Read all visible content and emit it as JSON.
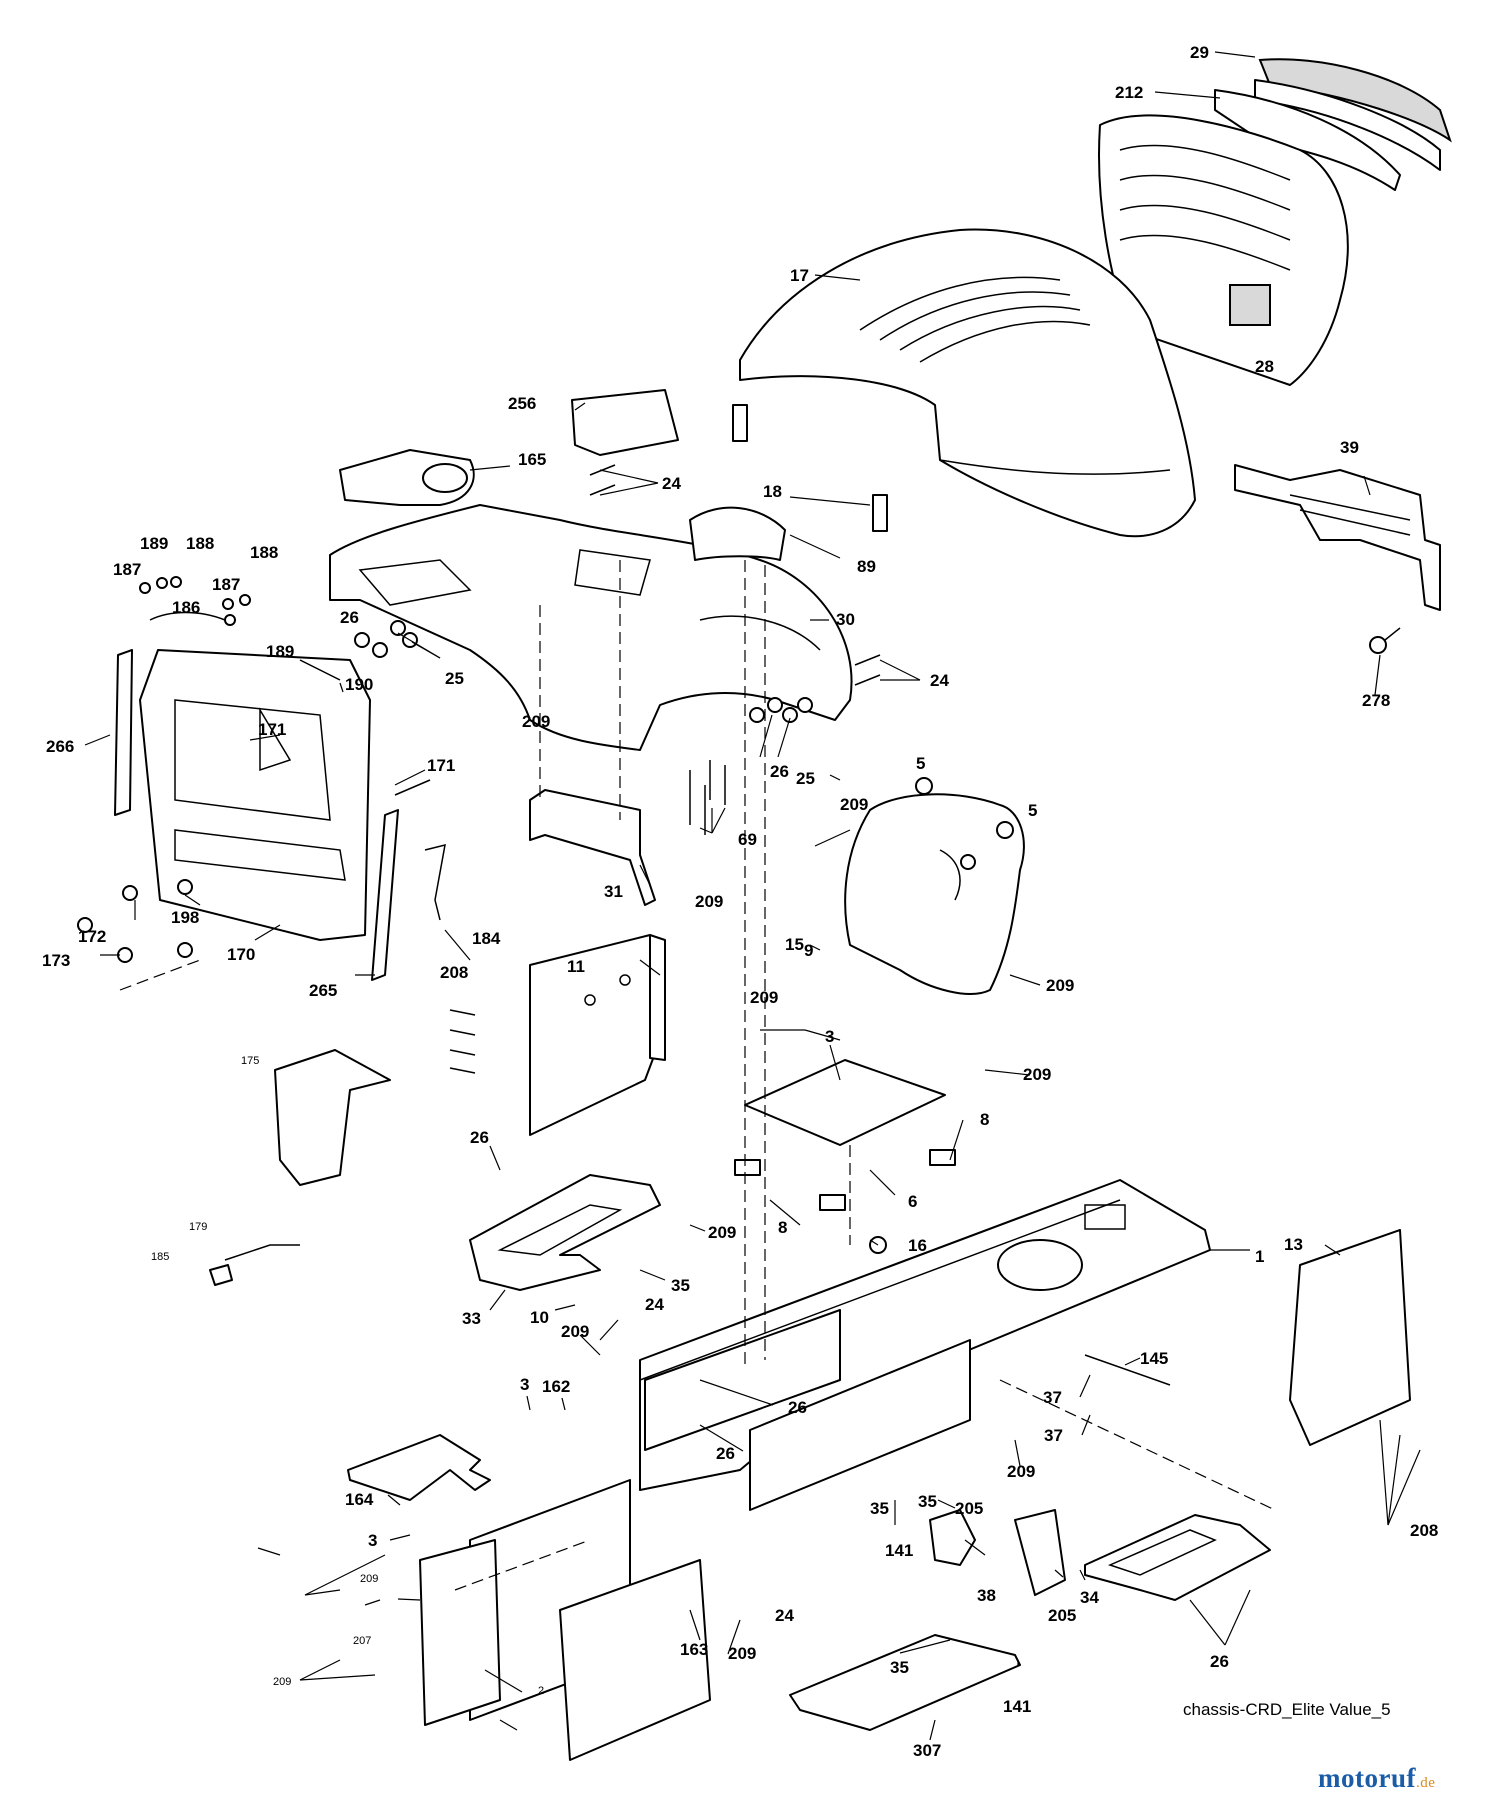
{
  "diagram": {
    "caption": "chassis-CRD_Elite Value_5",
    "watermark": {
      "brand": "motoruf",
      "tld": ".de",
      "brand_color": "#1a5ca8",
      "tld_color": "#d98a1b"
    },
    "callouts": {
      "c29": "29",
      "c212": "212",
      "c17": "17",
      "c28": "28",
      "c39": "39",
      "c278": "278",
      "c256": "256",
      "c165": "165",
      "c24a": "24",
      "c18": "18",
      "c89": "89",
      "c30": "30",
      "c24b": "24",
      "c26a": "26",
      "c25a": "25",
      "c26b": "26",
      "c25b": "25",
      "c189a": "189",
      "c188a": "188",
      "c187a": "187",
      "c186": "186",
      "c187b": "187",
      "c188b": "188",
      "c189b": "189",
      "c190": "190",
      "c266": "266",
      "c171a": "171",
      "c171b": "171",
      "c198": "198",
      "c172": "172",
      "c173": "173",
      "c170": "170",
      "c265": "265",
      "c184": "184",
      "c209a": "209",
      "c31": "31",
      "c209b": "209",
      "c69": "69",
      "c5a": "5",
      "c5b": "5",
      "c209c": "209",
      "c9": "9",
      "c15": "15",
      "c209d": "209",
      "c11": "11",
      "c208a": "208",
      "c175": "175",
      "c209e": "209",
      "c3a": "3",
      "c209f": "209",
      "c8a": "8",
      "c6": "6",
      "c8b": "8",
      "c16": "16",
      "c26c": "26",
      "c209g": "209",
      "c35a": "35",
      "c33": "33",
      "c10": "10",
      "c179": "179",
      "c185": "185",
      "c1": "1",
      "c13": "13",
      "c24c": "24",
      "c209h": "209",
      "c3b": "3",
      "c162": "162",
      "c26d": "26",
      "c26e": "26",
      "c145": "145",
      "c37a": "37",
      "c37b": "37",
      "c164": "164",
      "c3c": "3",
      "c35b": "35",
      "c209i": "209",
      "c35c": "35",
      "c205a": "205",
      "c141a": "141",
      "c208b": "208",
      "c209j": "209",
      "c207": "207",
      "c209k": "209",
      "c2": "2",
      "c163": "163",
      "c209l": "209",
      "c24d": "24",
      "c38": "38",
      "c205b": "205",
      "c34": "34",
      "c26f": "26",
      "c35d": "35",
      "c141b": "141",
      "c307": "307"
    }
  }
}
